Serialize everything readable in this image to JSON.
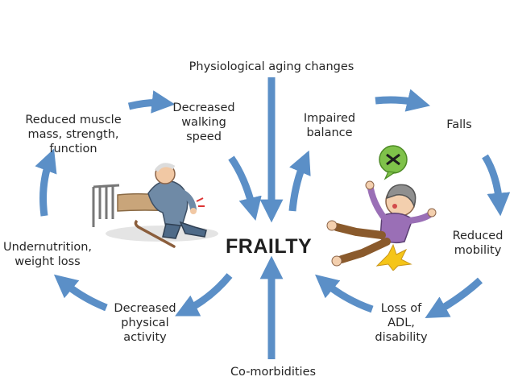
{
  "center": "FRAILTY",
  "nodes": {
    "physiological": "Physiological aging changes",
    "comorbidities": "Co-morbidities",
    "muscle": "Reduced muscle\nmass, strength,\nfunction",
    "walking": "Decreased\nwalking\nspeed",
    "undernutrition": "Undernutrition,\nweight loss",
    "activity": "Decreased\nphysical\nactivity",
    "balance": "Impaired\nbalance",
    "falls": "Falls",
    "mobility": "Reduced\nmobility",
    "adl": "Loss of\nADL,\ndisability"
  },
  "colors": {
    "arrow": "#5b8fc7",
    "arrow_dark": "#4a7fb8"
  },
  "illustrations": [
    "elderly-man-with-cane-icon",
    "elderly-woman-falling-icon"
  ]
}
